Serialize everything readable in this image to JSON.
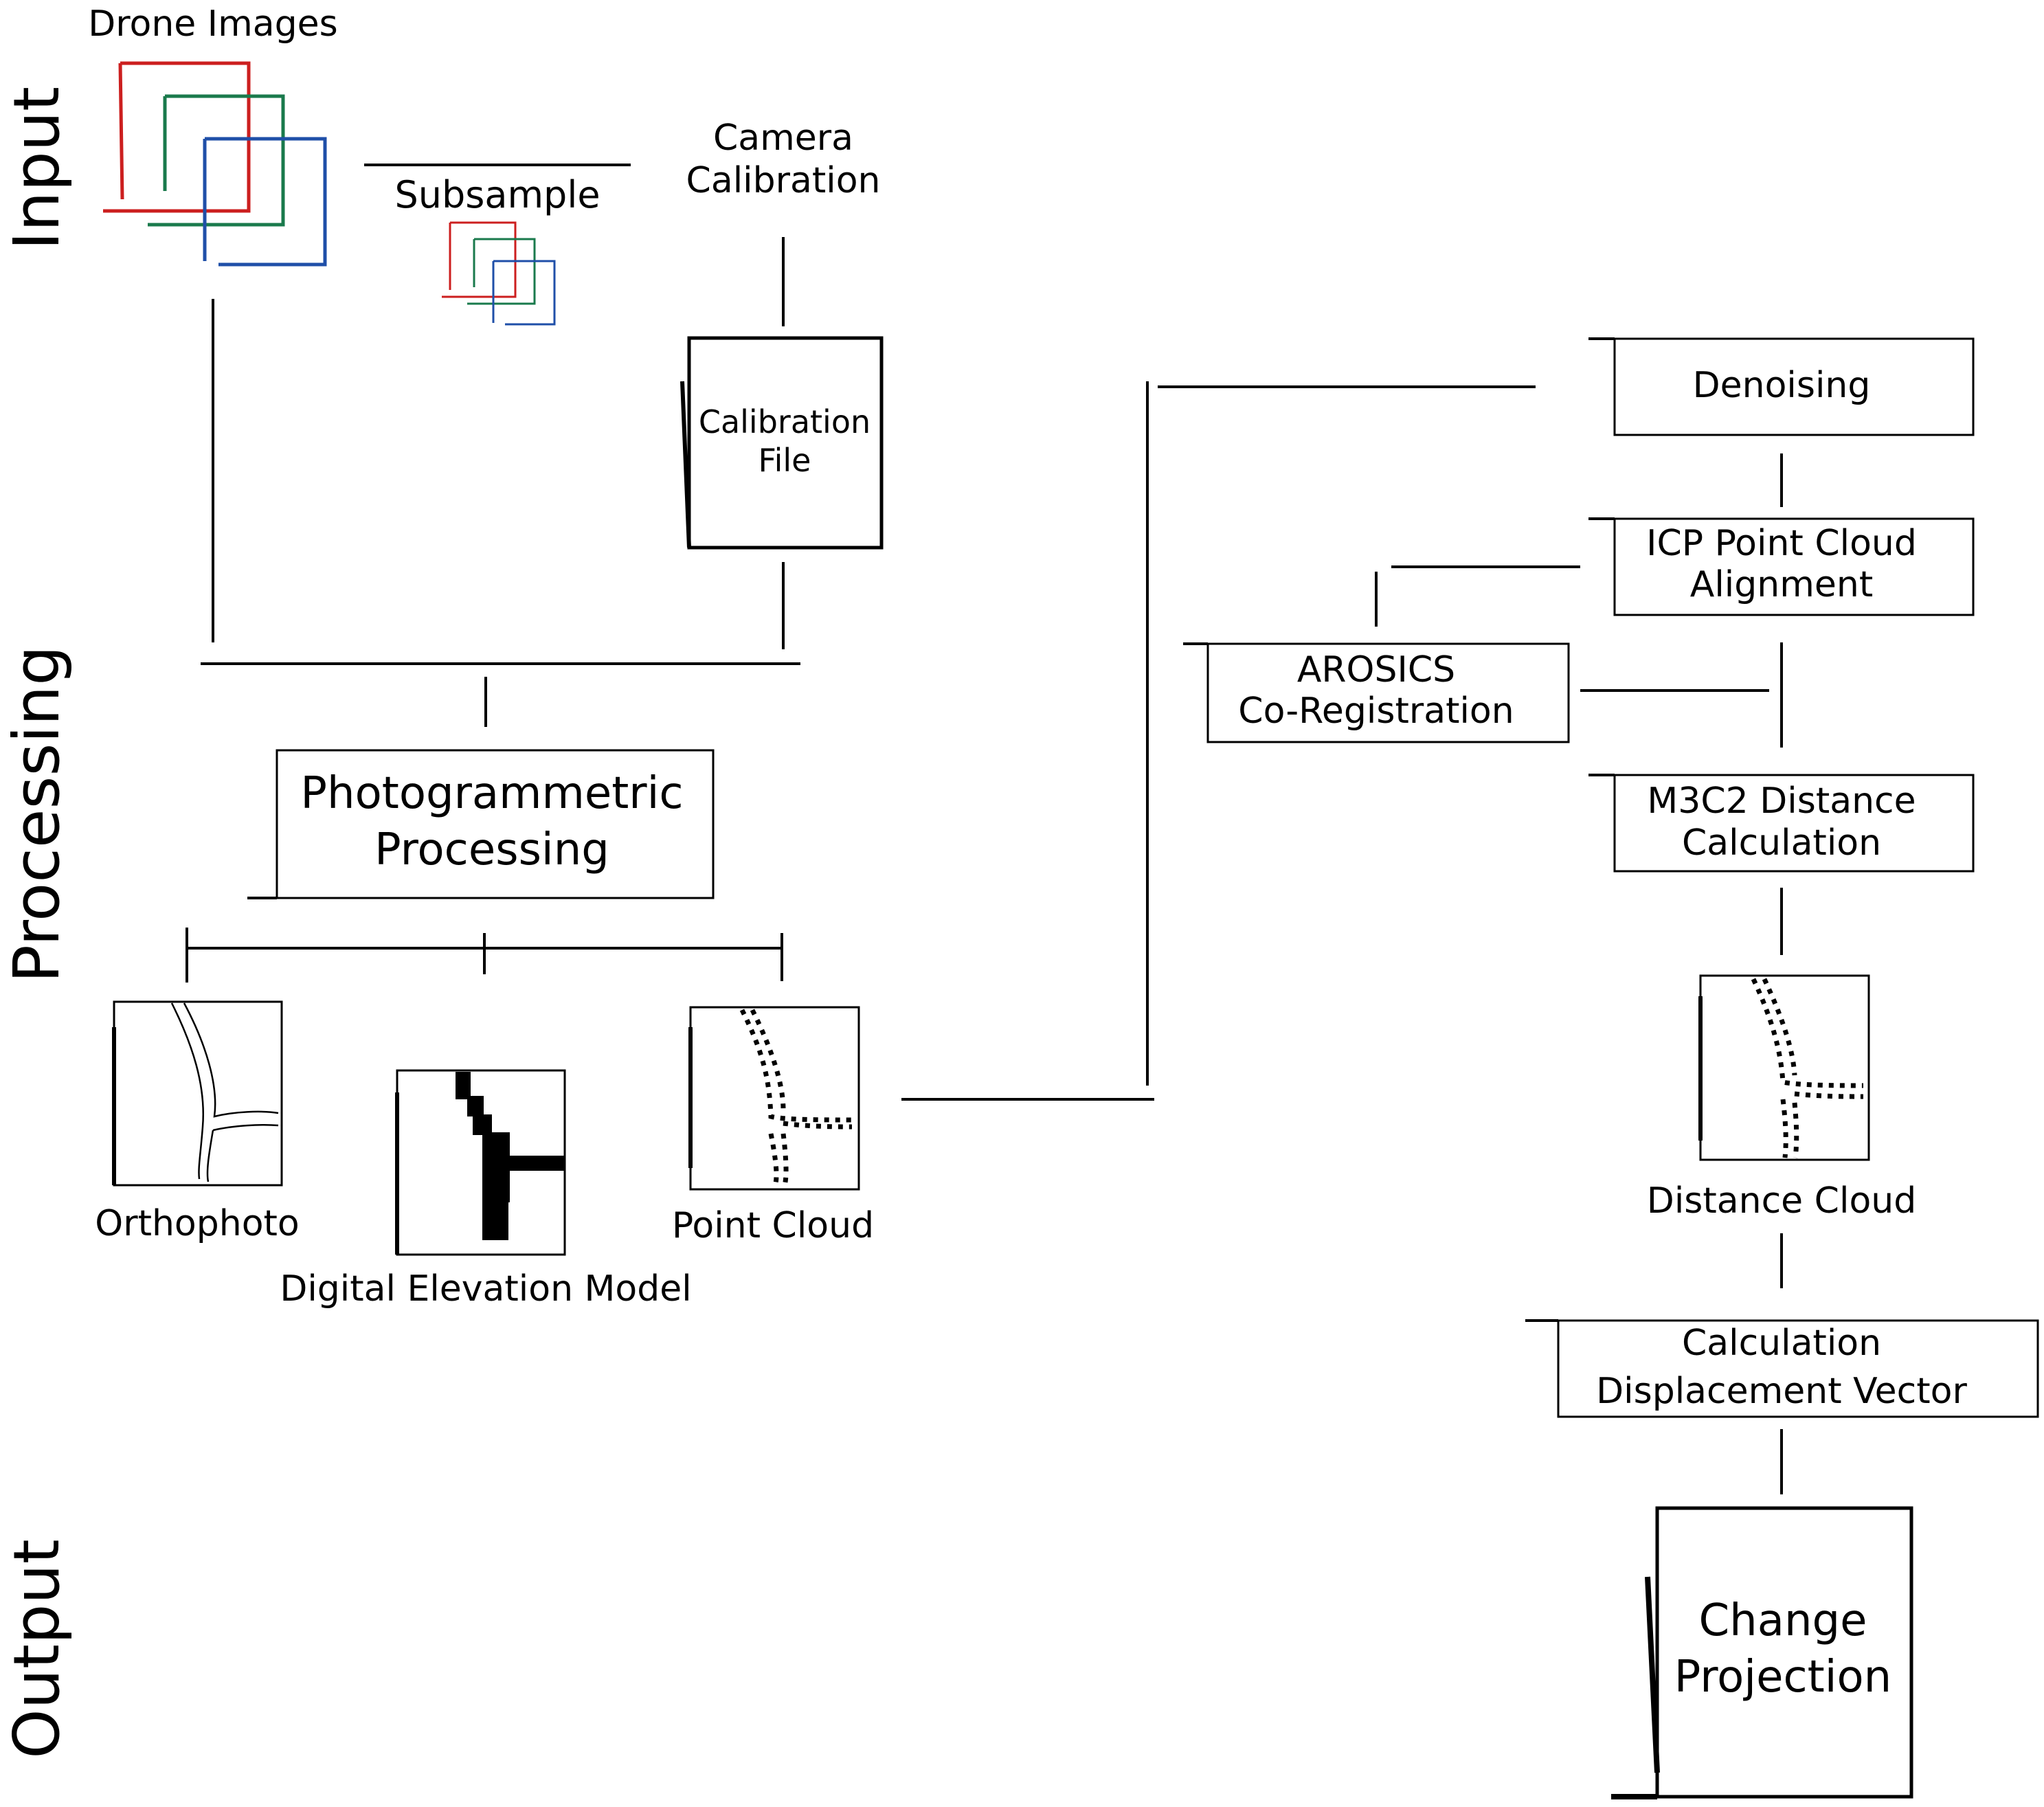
{
  "stages": {
    "input": "Input",
    "processing": "Processing",
    "output": "Output"
  },
  "inputs": {
    "drone_images": "Drone Images",
    "subsample": "Subsample",
    "camera_calibration_line1": "Camera",
    "camera_calibration_line2": "Calibration"
  },
  "nodes": {
    "calibration_file_line1": "Calibration",
    "calibration_file_line2": "File",
    "photogrammetric_line1": "Photogrammetric",
    "photogrammetric_line2": "Processing",
    "orthophoto": "Orthophoto",
    "dem": "Digital Elevation Model",
    "point_cloud": "Point Cloud",
    "denoising": "Denoising",
    "icp_line1": "ICP Point Cloud",
    "icp_line2": "Alignment",
    "arosics_line1": "AROSICS",
    "arosics_line2": "Co-Registration",
    "m3c2_line1": "M3C2 Distance",
    "m3c2_line2": "Calculation",
    "distance_cloud": "Distance Cloud",
    "displacement_line1": "Calculation",
    "displacement_line2": "Displacement Vector",
    "change_line1": "Change",
    "change_line2": "Projection"
  },
  "colors": {
    "image_red": "#cc1f1f",
    "image_green": "#1a7a4c",
    "image_blue": "#1f4fa8",
    "line": "#000000"
  }
}
